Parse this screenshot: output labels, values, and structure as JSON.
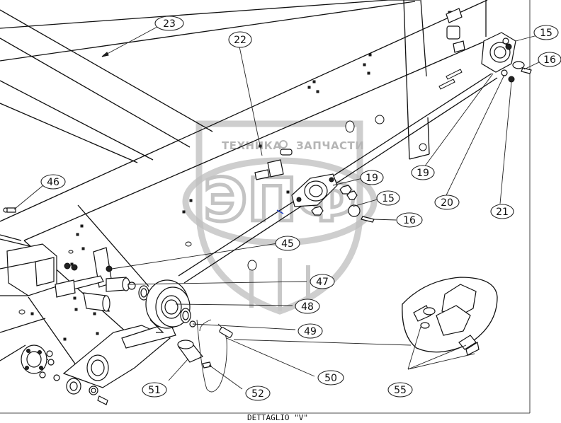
{
  "watermark": {
    "top_text_left": "ТЕХНИКА",
    "top_text_right": "ЗАПЧАСТИ",
    "logo_text": "ЭПФ"
  },
  "caption": "DETTAGLIO \"V\"",
  "callouts": [
    {
      "id": "23",
      "label": "23"
    },
    {
      "id": "22",
      "label": "22"
    },
    {
      "id": "15a",
      "label": "15"
    },
    {
      "id": "16a",
      "label": "16"
    },
    {
      "id": "19a",
      "label": "19"
    },
    {
      "id": "19b",
      "label": "19"
    },
    {
      "id": "20",
      "label": "20"
    },
    {
      "id": "21",
      "label": "21"
    },
    {
      "id": "15b",
      "label": "15"
    },
    {
      "id": "16b",
      "label": "16"
    },
    {
      "id": "46",
      "label": "46"
    },
    {
      "id": "45",
      "label": "45"
    },
    {
      "id": "47",
      "label": "47"
    },
    {
      "id": "48",
      "label": "48"
    },
    {
      "id": "49",
      "label": "49"
    },
    {
      "id": "50",
      "label": "50"
    },
    {
      "id": "51",
      "label": "51"
    },
    {
      "id": "52",
      "label": "52"
    },
    {
      "id": "55",
      "label": "55"
    }
  ]
}
